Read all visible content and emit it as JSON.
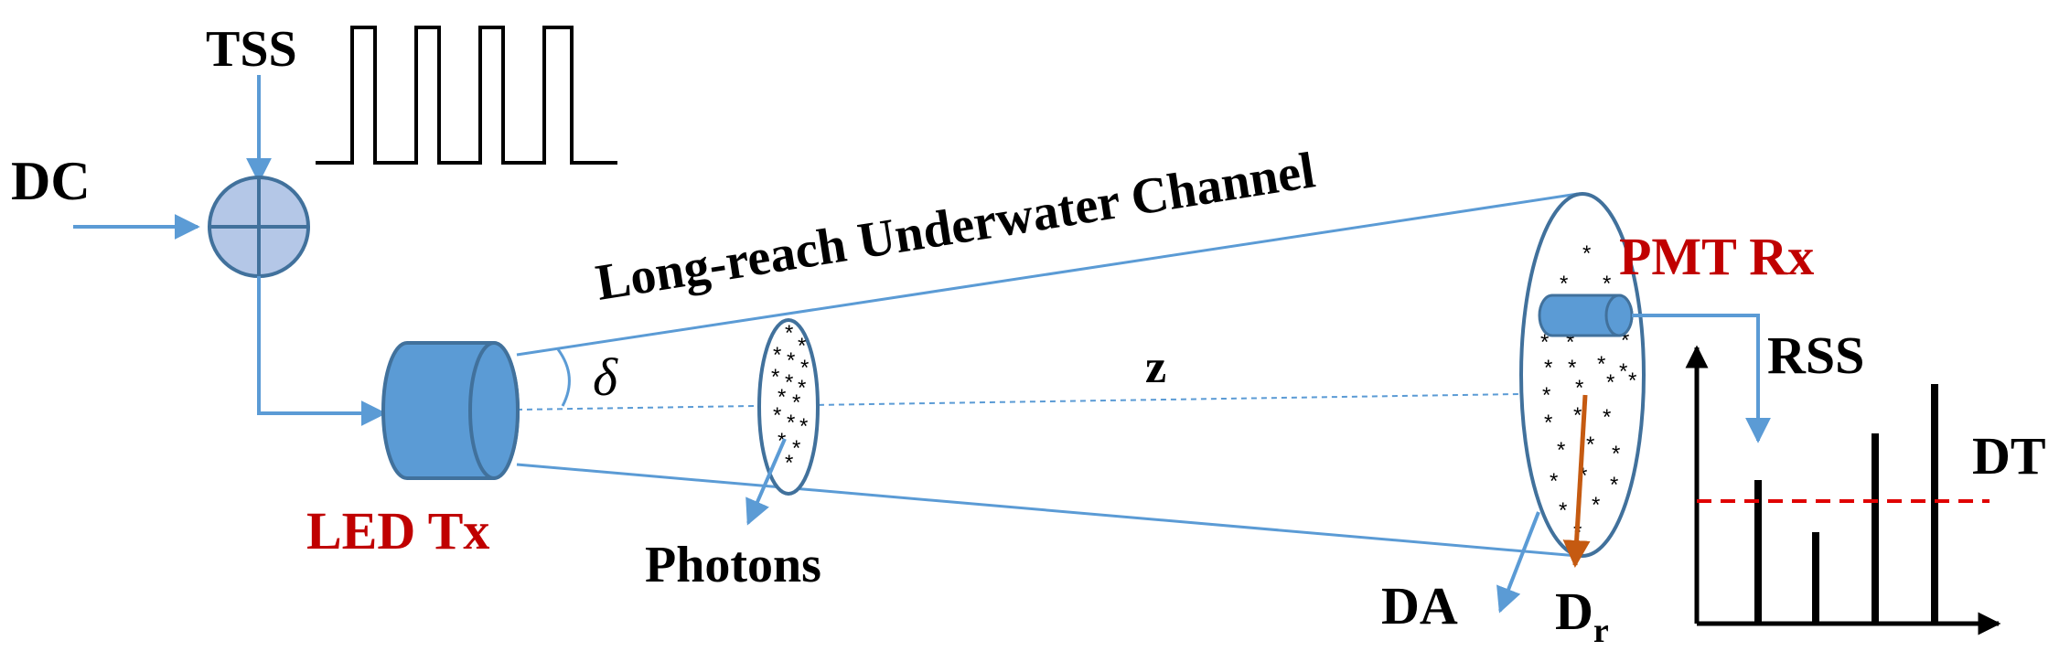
{
  "labels": {
    "tss": "TSS",
    "dc": "DC",
    "channel": "Long-reach Underwater Channel",
    "delta": "δ",
    "z": "z",
    "led": "LED Tx",
    "photons": "Photons",
    "pmt": "PMT Rx",
    "rss": "RSS",
    "dt": "DT",
    "da": "DA",
    "dr_main": "D",
    "dr_sub": "r"
  },
  "colors": {
    "blue_line": "#5b9bd5",
    "blue_fill": "#5b9bd5",
    "blue_dark": "#41719c",
    "adder_fill": "#b4c7e7",
    "red_label": "#c00000",
    "orange_arrow": "#c55a11",
    "threshold": "#e00000",
    "black": "#000000"
  },
  "icons": {
    "adder": "circle-plus-icon",
    "led": "cylinder-led-icon",
    "pmt": "cylinder-pmt-icon",
    "photon": "asterisk-icon"
  }
}
